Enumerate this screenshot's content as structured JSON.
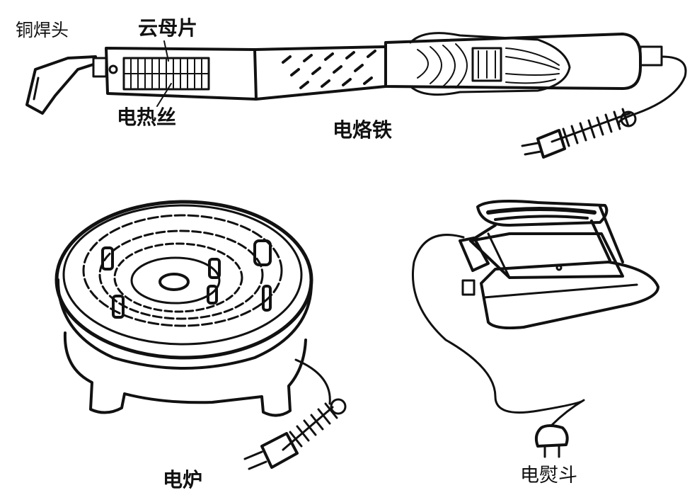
{
  "labels": {
    "copper_tip": "铜焊头",
    "mica": "云母片",
    "heating_wire": "电热丝",
    "soldering_iron": "电烙铁",
    "electric_stove": "电炉",
    "electric_iron": "电熨斗"
  },
  "colors": {
    "ink": "#111111",
    "paper": "#ffffff"
  }
}
